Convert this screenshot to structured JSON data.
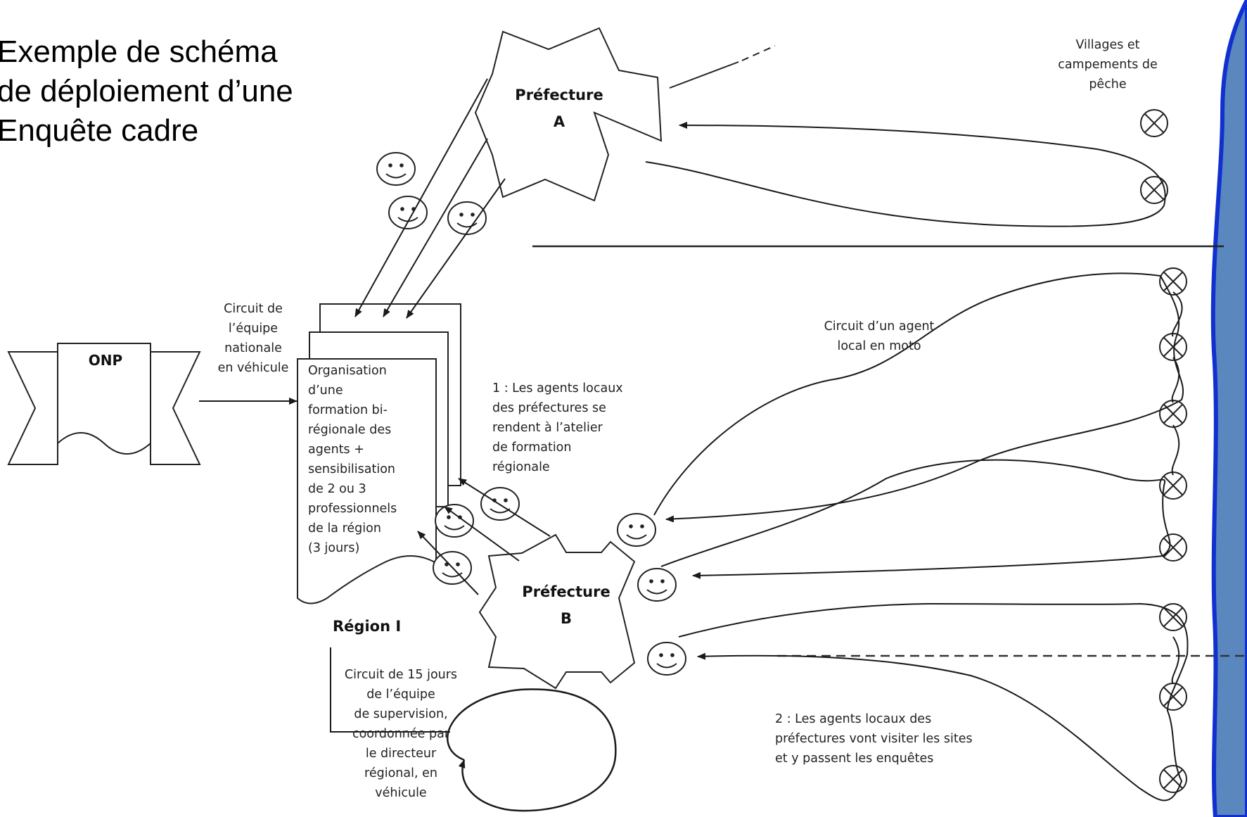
{
  "title": {
    "line1": "Exemple de schéma",
    "line2": "de déploiement d’une",
    "line3": "Enquête cadre"
  },
  "labels": {
    "onp": "ONP",
    "prefecture_a": "Préfecture\nA",
    "prefecture_b": "Préfecture\nB",
    "region": "Région I",
    "villages": "Villages et\ncampements de\npêche",
    "national_circuit": "Circuit de\nl’équipe\nnationale\nen véhicule",
    "training": "Organisation\nd’une\nformation bi-\nrégionale des\nagents +\nsensibilisation\nde 2 ou 3\nprofessionnels\nde la région\n(3 jours)",
    "note1": "1 : Les agents locaux\ndes préfectures se\nrendent à  l’atelier\nde formation\nrégionale",
    "local_agent_circuit": "Circuit d’un agent\nlocal en moto",
    "supervision": "Circuit de 15 jours\nde l’équipe\nde supervision,\ncoordonnée par\nle directeur\nrégional, en\nvéhicule",
    "note2": "2 : Les agents locaux  des\npréfectures vont visiter les sites\net  y passent les enquêtes"
  },
  "colors": {
    "sea_fill": "#5b87bf",
    "sea_border": "#1030d0",
    "ink": "#1a1a1a"
  }
}
